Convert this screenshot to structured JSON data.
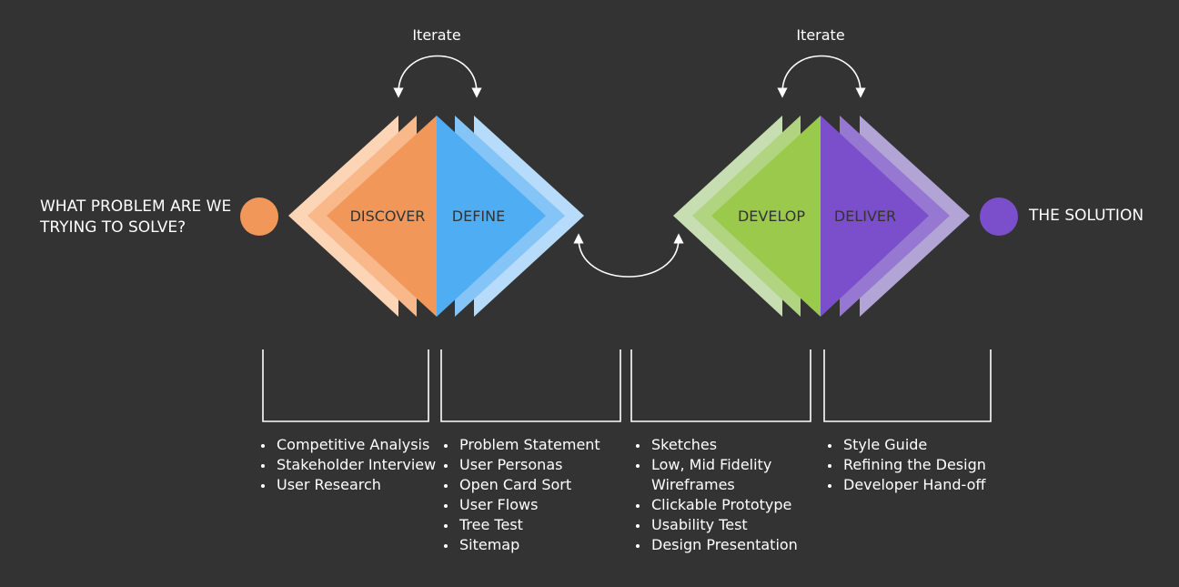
{
  "labels": {
    "problem_line1": "WHAT PROBLEM ARE WE",
    "problem_line2": "TRYING TO SOLVE?",
    "solution": "THE SOLUTION",
    "iterate_left": "Iterate",
    "iterate_right": "Iterate"
  },
  "phases": {
    "discover": "DISCOVER",
    "define": "DEFINE",
    "develop": "DEVELOP",
    "deliver": "DELIVER"
  },
  "colors": {
    "background": "#333333",
    "discover": "#F2975A",
    "define": "#4FADF3",
    "develop": "#9AC94B",
    "deliver": "#7B4FCB",
    "start_dot": "#F2975A",
    "end_dot": "#7B4FCB"
  },
  "lists": {
    "discover": [
      "Competitive Analysis",
      "Stakeholder Interview",
      "User Research"
    ],
    "define": [
      "Problem Statement",
      "User Personas",
      "Open Card Sort",
      "User Flows",
      "Tree Test",
      "Sitemap"
    ],
    "develop": [
      "Sketches",
      "Low, Mid Fidelity",
      "Wireframes",
      "Clickable Prototype",
      "Usability Test",
      "Design Presentation"
    ],
    "deliver": [
      "Style Guide",
      "Refining the Design",
      "Developer Hand-off"
    ]
  }
}
